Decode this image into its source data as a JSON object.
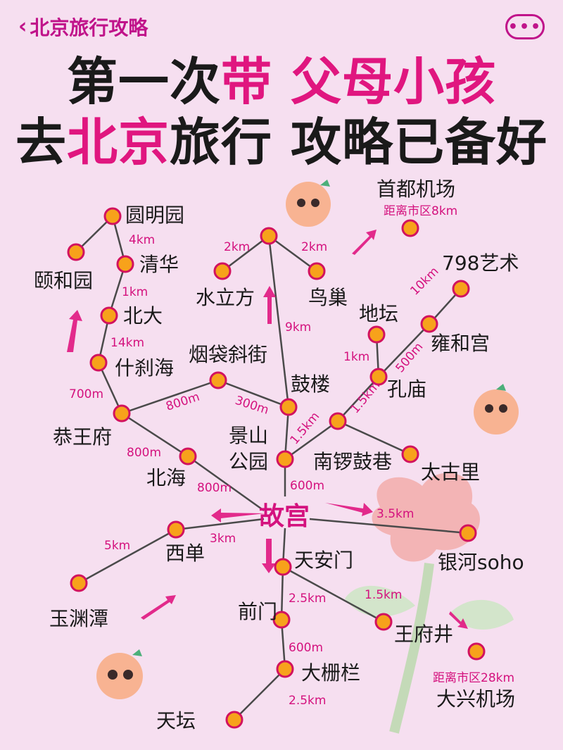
{
  "header": {
    "back_label": "北京旅行攻略",
    "more_label": "•••"
  },
  "title": {
    "line1_a": "第一次",
    "line1_b": "带 父母小孩",
    "line2_a": "去",
    "line2_b": "北京",
    "line2_c": "旅行 攻略已备好"
  },
  "map": {
    "center": "故宫",
    "places": {
      "yuanmingyuan": "圆明园",
      "yiheyuan": "颐和园",
      "qinghua": "清华",
      "beida": "北大",
      "shichahai": "什刹海",
      "gongwangfu": "恭王府",
      "beihai": "北海",
      "xidan": "西单",
      "yuyuantan": "玉渊潭",
      "tiananmen": "天安门",
      "qianmen": "前门",
      "dashilan": "大栅栏",
      "tiantan": "天坛",
      "wangfujing": "王府井",
      "daxing": "大兴机场",
      "daxing_note": "距离市区28km",
      "yinhe": "银河soho",
      "taiguli": "太古里",
      "nanluo": "南锣鼓巷",
      "jingshan1": "景山",
      "jingshan2": "公园",
      "gulou": "鼓楼",
      "yandai": "烟袋斜街",
      "kongmiao": "孔庙",
      "ditan": "地坛",
      "yonghegong": "雍和宫",
      "art798": "798艺术",
      "shoudu": "首都机场",
      "shoudu_note": "距离市区8km",
      "niaochao": "鸟巢",
      "shuilifang": "水立方"
    },
    "distances": {
      "d_yuan_qing": "4km",
      "d_qing_bei": "1km",
      "d_bei_shi": "14km",
      "d_shi_gong": "700m",
      "d_gong_yan": "800m",
      "d_yan_gu": "300m",
      "d_gong_bei": "800m",
      "d_bei_gugong": "800m",
      "d_gu_jing": "600m",
      "d_gu_nan": "1.5km",
      "d_nan_kong": "1.5km",
      "d_kong_ditan": "1km",
      "d_kong_yong": "500m",
      "d_yong_798": "10km",
      "d_gugong_yinhe": "3.5km",
      "d_xidan_gu": "3km",
      "d_xidan_yu": "5km",
      "d_tian_qian": "2.5km",
      "d_tian_wang": "1.5km",
      "d_qian_da": "600m",
      "d_da_tiantan": "2.5km",
      "d_gulou_nc": "9km",
      "d_nc_sl": "2km",
      "d_nc_niao": "2km"
    }
  },
  "colors": {
    "accent": "#e0167f",
    "node_fill": "#f7a21b",
    "node_stroke": "#d2125f",
    "line": "#4a4a4a",
    "background": "#f6dff0"
  },
  "icons": [
    "chevron-left-icon",
    "more-icon",
    "peach-mascot-icon",
    "arrow-icon"
  ]
}
